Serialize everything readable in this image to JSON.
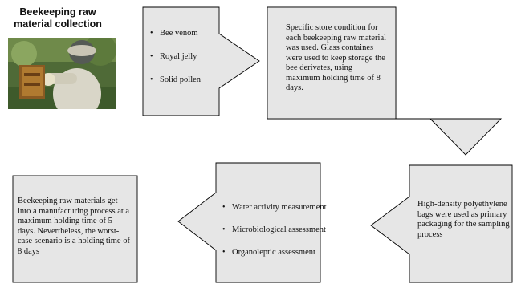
{
  "title": "Beekeeping raw material collection",
  "photo": {
    "description_icon": "beekeeper-photo"
  },
  "box1": {
    "items": [
      "Bee venom",
      "Royal jelly",
      "Solid pollen"
    ]
  },
  "box2": {
    "text": "Specific store condition for each beekeeping raw material was used. Glass containes were used to keep storage the bee derivates, using maximum holding time of 8 days."
  },
  "box3": {
    "text": "High-density polyethylene bags were used as primary packaging for the sampling process"
  },
  "box4": {
    "items": [
      "Water activity measurement",
      "Microbiological assessment",
      "Organoleptic assessment"
    ]
  },
  "box5": {
    "text": "Beekeeping raw materials get into a manufacturing process at a maximum holding time of 5 days. Nevertheless, the worst-case scenario is a holding time of 8 days"
  },
  "colors": {
    "fill": "#e6e6e6",
    "stroke": "#000000"
  }
}
